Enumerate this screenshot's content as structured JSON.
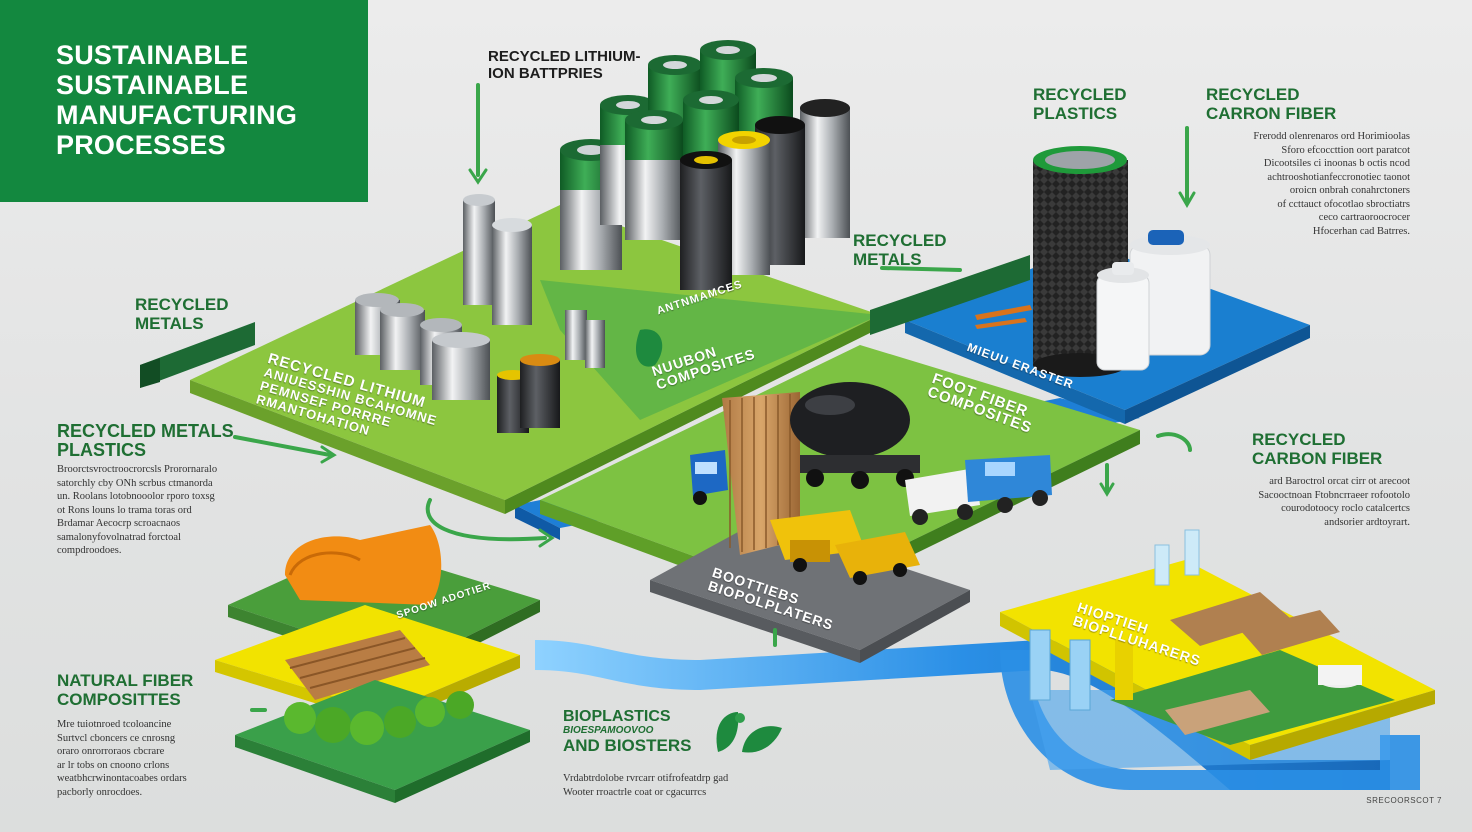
{
  "title": {
    "lines": [
      "SUSTAINABLE",
      "SUSTAINABLE",
      "MANUFACTURING",
      "PROCESSES"
    ]
  },
  "labels": {
    "lithium": [
      "RECYCLED LITHIUM-",
      "ION BATTPRIES"
    ],
    "metals_left": [
      "RECYCLED",
      "METALS"
    ],
    "metals_plastics": [
      "RECYCLED METALS",
      "PLASTICS"
    ],
    "natural_fiber": [
      "NATURAL FIBER",
      "COMPOSITTES"
    ],
    "bioplastics": [
      "BIOPLASTICS",
      "BIOESPAMOOVOO",
      "AND BIOSTERS"
    ],
    "recycled_plastics": [
      "RECYCLED",
      "PLASTICS"
    ],
    "carbon_fiber_top": [
      "RECYCLED",
      "CARRON FIBER"
    ],
    "metals_mid": [
      "RECYCLED",
      "METALS"
    ],
    "carbon_fiber_right": [
      "RECYCLED",
      "CARBON FIBER"
    ]
  },
  "paragraphs": {
    "metals_plastics": [
      "Broorctsvroctroocrorcsls  Prorornaralo",
      "satorchly cby  ONh  scrbus  ctmanorda",
      "un. Roolans lotobnooolor  rporo toxsg",
      "ot Rons  louns lo trama toras ord",
      "Brdamar  Aecocrp  scroacnaos",
      "samalonyfovolnatrad  forctoal",
      "compdroodoes."
    ],
    "natural_fiber": [
      "Mre  tuiotnroed  tcoloancine",
      "Surtvcl  cboncers  ce  cnrosng",
      "oraro  onrorroraos  cbcrare",
      "ar lr  tobs on  cnoono  crlons",
      "weatbhcrwinontacoabes  ordars",
      "pacborly  onrocdoes."
    ],
    "bioplastics": [
      "Vrdabtrdolobe  rvrcarr  otifrofeatdrp  gad",
      "Wooter  rroactrle  coat  or  cgacurrcs"
    ],
    "carbon_fiber_top": [
      "Frerodd  olenrenaros  ord  Horimioolas",
      "Sforo  efcoccttion  oort  paratcot",
      "Dicootsiles  ci inoonas  b  octis ncod",
      "achtrooshotianfeccronotiec  taonot",
      "oroicn  onbrah  conahrctoners",
      "of  ccttauct  ofocotlao  sbroctiatrs",
      "ceco  cartraoroocrocer",
      "Hfocerhan  cad  Batrres."
    ],
    "carbon_fiber_right": [
      "ard  Baroctrol  orcat  cirr  ot  arecoot",
      "Sacooctnoan  Ftobncrraeer  rofootolo",
      "courodotoocy  roclo  catalcertcs",
      "andsorier  ardtoyrart."
    ]
  },
  "plates": {
    "left": [
      "RECYCLED LITHIUM",
      "ANIUESSHIN  BCAHOMNE",
      "PEMNSEF  PORRRE",
      "RMANTOHATION"
    ],
    "battery_band": [
      "ANTNMAMCES"
    ],
    "carbon": [
      "NUUBON",
      "COMPOSITES"
    ],
    "metals_white": [
      "MIEUU  ERASTER"
    ],
    "fiber": [
      "FOOT  FIBER",
      "COMPOSITES"
    ],
    "grey": [
      "BOOTTIEBS",
      "BIOPOLPLATERS"
    ],
    "orange": [
      "SPOOW  ADOTIER"
    ],
    "yellow": [
      "HIOPTIEH",
      "BIOPLLUHARERS"
    ]
  },
  "footer": "SRECOORSCOT  7",
  "colors": {
    "title_bg": "#13883f",
    "label_green": "#1f6f33",
    "plate_lime": "#8cc63f",
    "plate_green": "#58b33f",
    "plate_blue": "#1a7fd0",
    "plate_yellow": "#f2e300",
    "plate_grey": "#6f7276",
    "water": "#2a8fe6"
  },
  "icons": [
    "battery-icon",
    "metal-can-icon",
    "carbon-roll-icon",
    "plastic-bottle-icon",
    "truck-icon",
    "tanker-icon",
    "forklift-icon",
    "wood-fiber-icon",
    "leaf-icon",
    "water-pipe-icon",
    "arrow-icon"
  ]
}
